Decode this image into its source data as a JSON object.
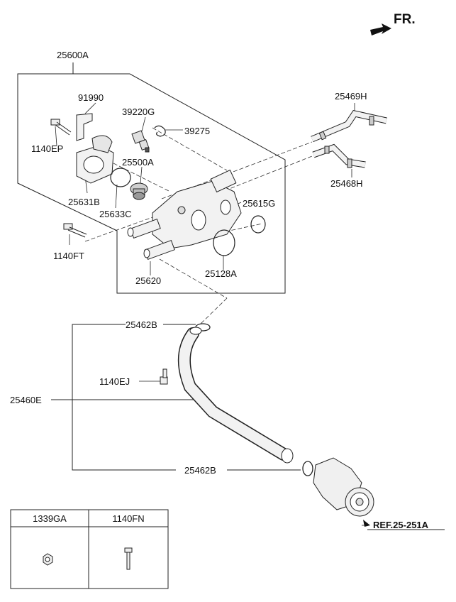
{
  "orientation_label": "FR.",
  "labels": {
    "assembly": "25600A",
    "p91990": "91990",
    "p39220G": "39220G",
    "p39275": "39275",
    "p1140EP": "1140EP",
    "p25500A": "25500A",
    "p25631B": "25631B",
    "p25633C": "25633C",
    "p1140FT": "1140FT",
    "p25469H": "25469H",
    "p25468H": "25468H",
    "p25615G": "25615G",
    "p25128A": "25128A",
    "p25620": "25620",
    "p25462B_top": "25462B",
    "p1140EJ": "1140EJ",
    "p25460E": "25460E",
    "p25462B_bottom": "25462B"
  },
  "reference": "REF.25-251A",
  "parts_table": {
    "col1": "1339GA",
    "col2": "1140FN"
  },
  "colors": {
    "line": "#222222",
    "part_fill": "#f2f2f2",
    "part_shade": "#cfcfcf"
  }
}
